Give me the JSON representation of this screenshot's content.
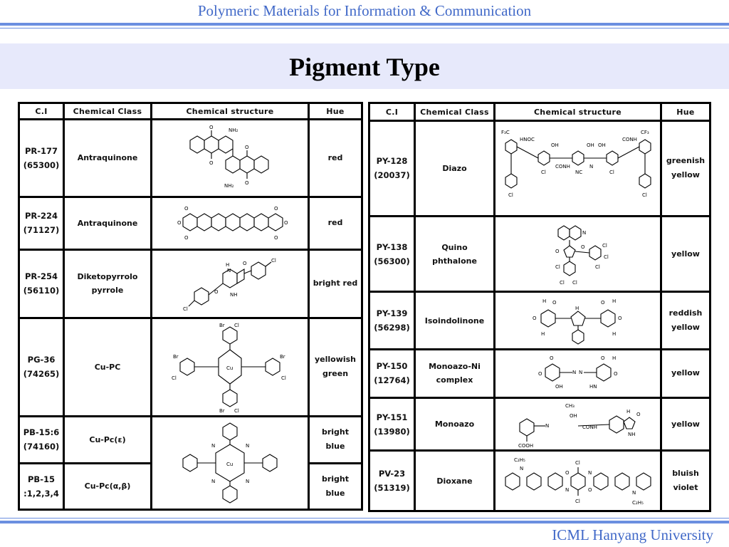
{
  "header": {
    "course": "Polymeric Materials for Information & Communication"
  },
  "page_title": "Pigment Type",
  "footer": {
    "org": "ICML Hanyang University"
  },
  "columns": {
    "ci": "C.I",
    "cls": "Chemical Class",
    "struct": "Chemical structure",
    "hue": "Hue"
  },
  "left_rows": [
    {
      "ci": [
        "PR-177",
        "(65300)"
      ],
      "cls": [
        "Antraquinone"
      ],
      "hue": [
        "red"
      ]
    },
    {
      "ci": [
        "PR-224",
        "(71127)"
      ],
      "cls": [
        "Antraquinone"
      ],
      "hue": [
        "red"
      ]
    },
    {
      "ci": [
        "PR-254",
        "(56110)"
      ],
      "cls": [
        "Diketopyrrolo",
        "pyrrole"
      ],
      "hue": [
        "bright red"
      ]
    },
    {
      "ci": [
        "PG-36",
        "(74265)"
      ],
      "cls": [
        "Cu-PC"
      ],
      "hue": [
        "yellowish",
        "green"
      ]
    },
    {
      "ci": [
        "PB-15:6",
        "(74160)"
      ],
      "cls": [
        "Cu-Pc(ε)"
      ],
      "hue": [
        "bright",
        "blue"
      ]
    },
    {
      "ci": [
        "PB-15",
        ":1,2,3,4"
      ],
      "cls": [
        "Cu-Pc(α,β)"
      ],
      "hue": [
        "bright",
        "blue"
      ]
    }
  ],
  "right_rows": [
    {
      "ci": [
        "PY-128",
        "(20037)"
      ],
      "cls": [
        "Diazo"
      ],
      "hue": [
        "greenish",
        "yellow"
      ]
    },
    {
      "ci": [
        "PY-138",
        "(56300)"
      ],
      "cls": [
        "Quino",
        "phthalone"
      ],
      "hue": [
        "yellow"
      ]
    },
    {
      "ci": [
        "PY-139",
        "(56298)"
      ],
      "cls": [
        "Isoindolinone"
      ],
      "hue": [
        "reddish",
        "yellow"
      ]
    },
    {
      "ci": [
        "PY-150",
        "(12764)"
      ],
      "cls": [
        "Monoazo-Ni",
        "complex"
      ],
      "hue": [
        "yellow"
      ]
    },
    {
      "ci": [
        "PY-151",
        "(13980)"
      ],
      "cls": [
        "Monoazo"
      ],
      "hue": [
        "yellow"
      ]
    },
    {
      "ci": [
        "PV-23",
        "(51319)"
      ],
      "cls": [
        "Dioxane"
      ],
      "hue": [
        "bluish",
        "violet"
      ]
    }
  ],
  "structure_labels": {
    "nh2": "NH₂",
    "o": "O",
    "n": "N",
    "h": "H",
    "nh": "NH",
    "cl": "Cl",
    "br": "Br",
    "cu": "Cu",
    "hn": "HN",
    "oh": "OH",
    "ch3": "CH₃",
    "cooh": "COOH",
    "conh": "CONH",
    "c2h5": "C₂H₅",
    "hnoc": "HNOC",
    "f3c": "F₃C",
    "cf3": "CF₃",
    "hno": "HNOC",
    "nc": "NC"
  }
}
